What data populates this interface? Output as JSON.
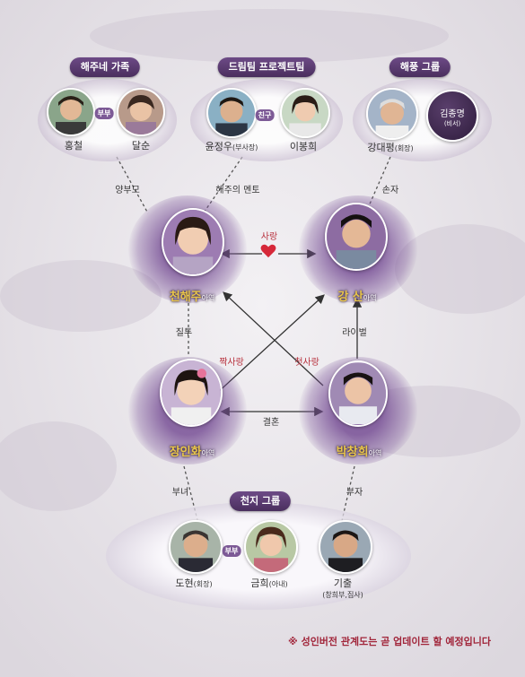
{
  "groups": {
    "haeju_family": "해주네 가족",
    "dream_team": "드림팀 프로젝트팀",
    "haepung": "해풍 그룹",
    "cheonji": "천지 그룹"
  },
  "people": {
    "hongcheol": "홍철",
    "dalsun": "달순",
    "yunjeongwoo": "윤정우",
    "yunjeongwoo_role": "(부사장)",
    "leebonghee": "이봉희",
    "kangdaepyeong": "강대평",
    "kangdaepyeong_role": "(회장)",
    "kimjongmyeong": "김종명",
    "kimjongmyeong_role": "(비서)",
    "dohyeon": "도현",
    "dohyeon_role": "(회장)",
    "geumhee": "금희",
    "geumhee_role": "(아내)",
    "gichul": "기출",
    "gichul_role": "(창희부,집사)"
  },
  "main": {
    "cheonhaeju": "천해주",
    "gangsan": "강 산",
    "janginhwa": "장인화",
    "parkchanghee": "박창희",
    "child_suffix": "아역"
  },
  "relations": {
    "couple1": "부부",
    "friend": "친구",
    "couple2": "부부",
    "adoptive": "양부모",
    "mentor": "해주의 멘토",
    "grandson": "손자",
    "love": "사랑",
    "jealousy": "질투",
    "crush": "짝사랑",
    "firstlove": "첫사랑",
    "rival": "라이벌",
    "marriage": "결혼",
    "father_daughter": "부녀",
    "father_son": "부자"
  },
  "note": "※ 성인버전 관계도는 곧 업데이트 할 예정입니다",
  "colors": {
    "pill": "#5a3b72",
    "main_name": "#e9c64a",
    "love": "#d62839",
    "note": "#a1253a"
  },
  "icons": [
    "heart-icon"
  ]
}
